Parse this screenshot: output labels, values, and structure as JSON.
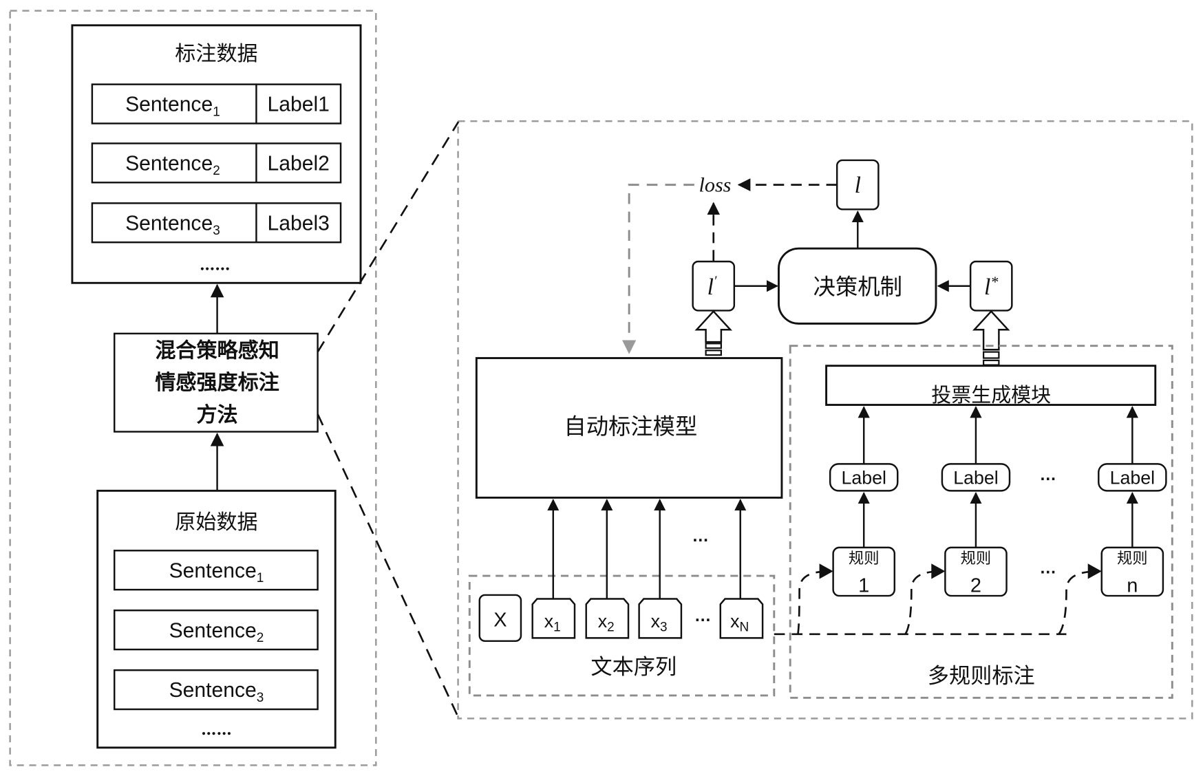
{
  "left_panel": {
    "labeled_data": {
      "title": "标注数据",
      "rows": [
        {
          "sentence": "Sentence",
          "sub": "1",
          "label": "Label1"
        },
        {
          "sentence": "Sentence",
          "sub": "2",
          "label": "Label2"
        },
        {
          "sentence": "Sentence",
          "sub": "3",
          "label": "Label3"
        }
      ],
      "ellipsis": "……"
    },
    "method": {
      "lines": [
        "混合策略感知",
        "情感强度标注",
        "方法"
      ]
    },
    "raw_data": {
      "title": "原始数据",
      "rows": [
        {
          "sentence": "Sentence",
          "sub": "1"
        },
        {
          "sentence": "Sentence",
          "sub": "2"
        },
        {
          "sentence": "Sentence",
          "sub": "3"
        }
      ],
      "ellipsis": "……"
    }
  },
  "detail_panel": {
    "loss_label": "loss",
    "final_label": {
      "symbol": "l",
      "mark": ""
    },
    "model_label": {
      "symbol": "l",
      "mark": "′"
    },
    "rule_label": {
      "symbol": "l",
      "mark": "*"
    },
    "decision": "决策机制",
    "auto_model": "自动标注模型",
    "vote_module": "投票生成模块",
    "text_sequence": {
      "title": "文本序列",
      "whole": "X",
      "tokens": [
        {
          "base": "x",
          "sub": "1"
        },
        {
          "base": "x",
          "sub": "2"
        },
        {
          "base": "x",
          "sub": "3"
        },
        {
          "base": "x",
          "sub": "N"
        }
      ],
      "ellipsis": "…"
    },
    "multi_rule": {
      "title": "多规则标注",
      "label_text": "Label",
      "rule_text": "规则",
      "rules": [
        "1",
        "2",
        "n"
      ],
      "ellipsis": "…"
    },
    "between_inputs_ellipsis": "…"
  }
}
